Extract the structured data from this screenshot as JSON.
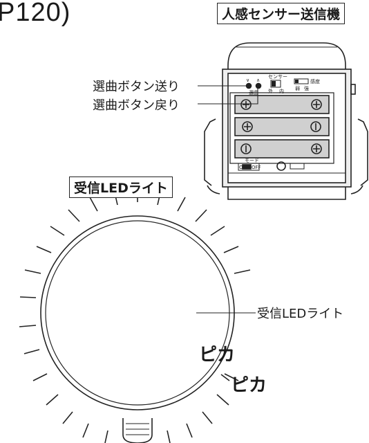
{
  "page_title_fragment": "P120)",
  "sensor_transmitter": {
    "label": "人感センサー送信機",
    "callout_next": "選曲ボタン送り",
    "callout_back": "選曲ボタン戻り",
    "mark_next": "∨",
    "mark_back": "∧",
    "song_select": "選曲",
    "sensor_switch": "センサー",
    "sensor_outside": "外",
    "sensor_inside": "内",
    "sensitivity": "感度",
    "sens_weak": "弱",
    "sens_strong": "強",
    "power_on": "ON",
    "power_off": "OFF",
    "power_mid": "モード"
  },
  "led_light": {
    "box_label": "受信LEDライト",
    "callout": "受信LEDライト",
    "blink_1": "ピカ",
    "blink_2": "ピカ"
  },
  "colors": {
    "line": "#222222",
    "battery_fill": "#d0d0d0",
    "face_fill": "#eeeeee"
  }
}
